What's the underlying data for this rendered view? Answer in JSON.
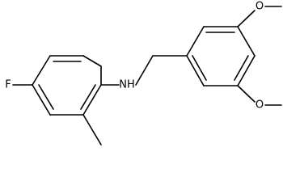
{
  "molecule": {
    "atoms": {
      "fluorine": "F",
      "amine": "NH",
      "oxygen_top": "O",
      "oxygen_bottom": "O"
    }
  }
}
